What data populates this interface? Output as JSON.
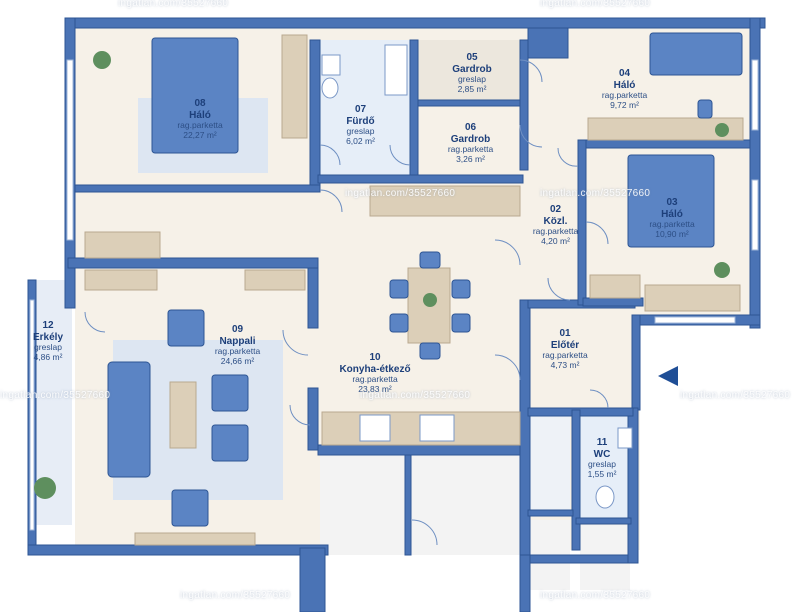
{
  "rooms": [
    {
      "num": "08",
      "name": "Háló",
      "material": "rag.parketta",
      "area": "22,27 m²"
    },
    {
      "num": "07",
      "name": "Fürdő",
      "material": "greslap",
      "area": "6,02 m²"
    },
    {
      "num": "05",
      "name": "Gardrob",
      "material": "greslap",
      "area": "2,85 m²"
    },
    {
      "num": "06",
      "name": "Gardrob",
      "material": "rag.parketta",
      "area": "3,26 m²"
    },
    {
      "num": "04",
      "name": "Háló",
      "material": "rag.parketta",
      "area": "9,72 m²"
    },
    {
      "num": "03",
      "name": "Háló",
      "material": "rag.parketta",
      "area": "10,90 m²"
    },
    {
      "num": "02",
      "name": "Közl.",
      "material": "rag.parketta",
      "area": "4,20 m²"
    },
    {
      "num": "12",
      "name": "Erkély",
      "material": "greslap",
      "area": "4,86 m²"
    },
    {
      "num": "09",
      "name": "Nappali",
      "material": "rag.parketta",
      "area": "24,66 m²"
    },
    {
      "num": "10",
      "name": "Konyha-étkező",
      "material": "rag.parketta",
      "area": "23,83 m²"
    },
    {
      "num": "01",
      "name": "Előtér",
      "material": "rag.parketta",
      "area": "4,73 m²"
    },
    {
      "num": "11",
      "name": "WC",
      "material": "greslap",
      "area": "1,55 m²"
    }
  ],
  "watermark": "ingatlan.com/35527660",
  "colors": {
    "wall": "#4a73b5",
    "wall_edge": "#2d5594",
    "floor": "#f6f1e8",
    "wood": "#dccfb8",
    "furniture": "#5b84c4",
    "rug": "#dde6f2",
    "tile": "#e6eef8"
  },
  "icons": {
    "entrance": "entrance-arrow-icon",
    "plant": "plant-icon"
  }
}
